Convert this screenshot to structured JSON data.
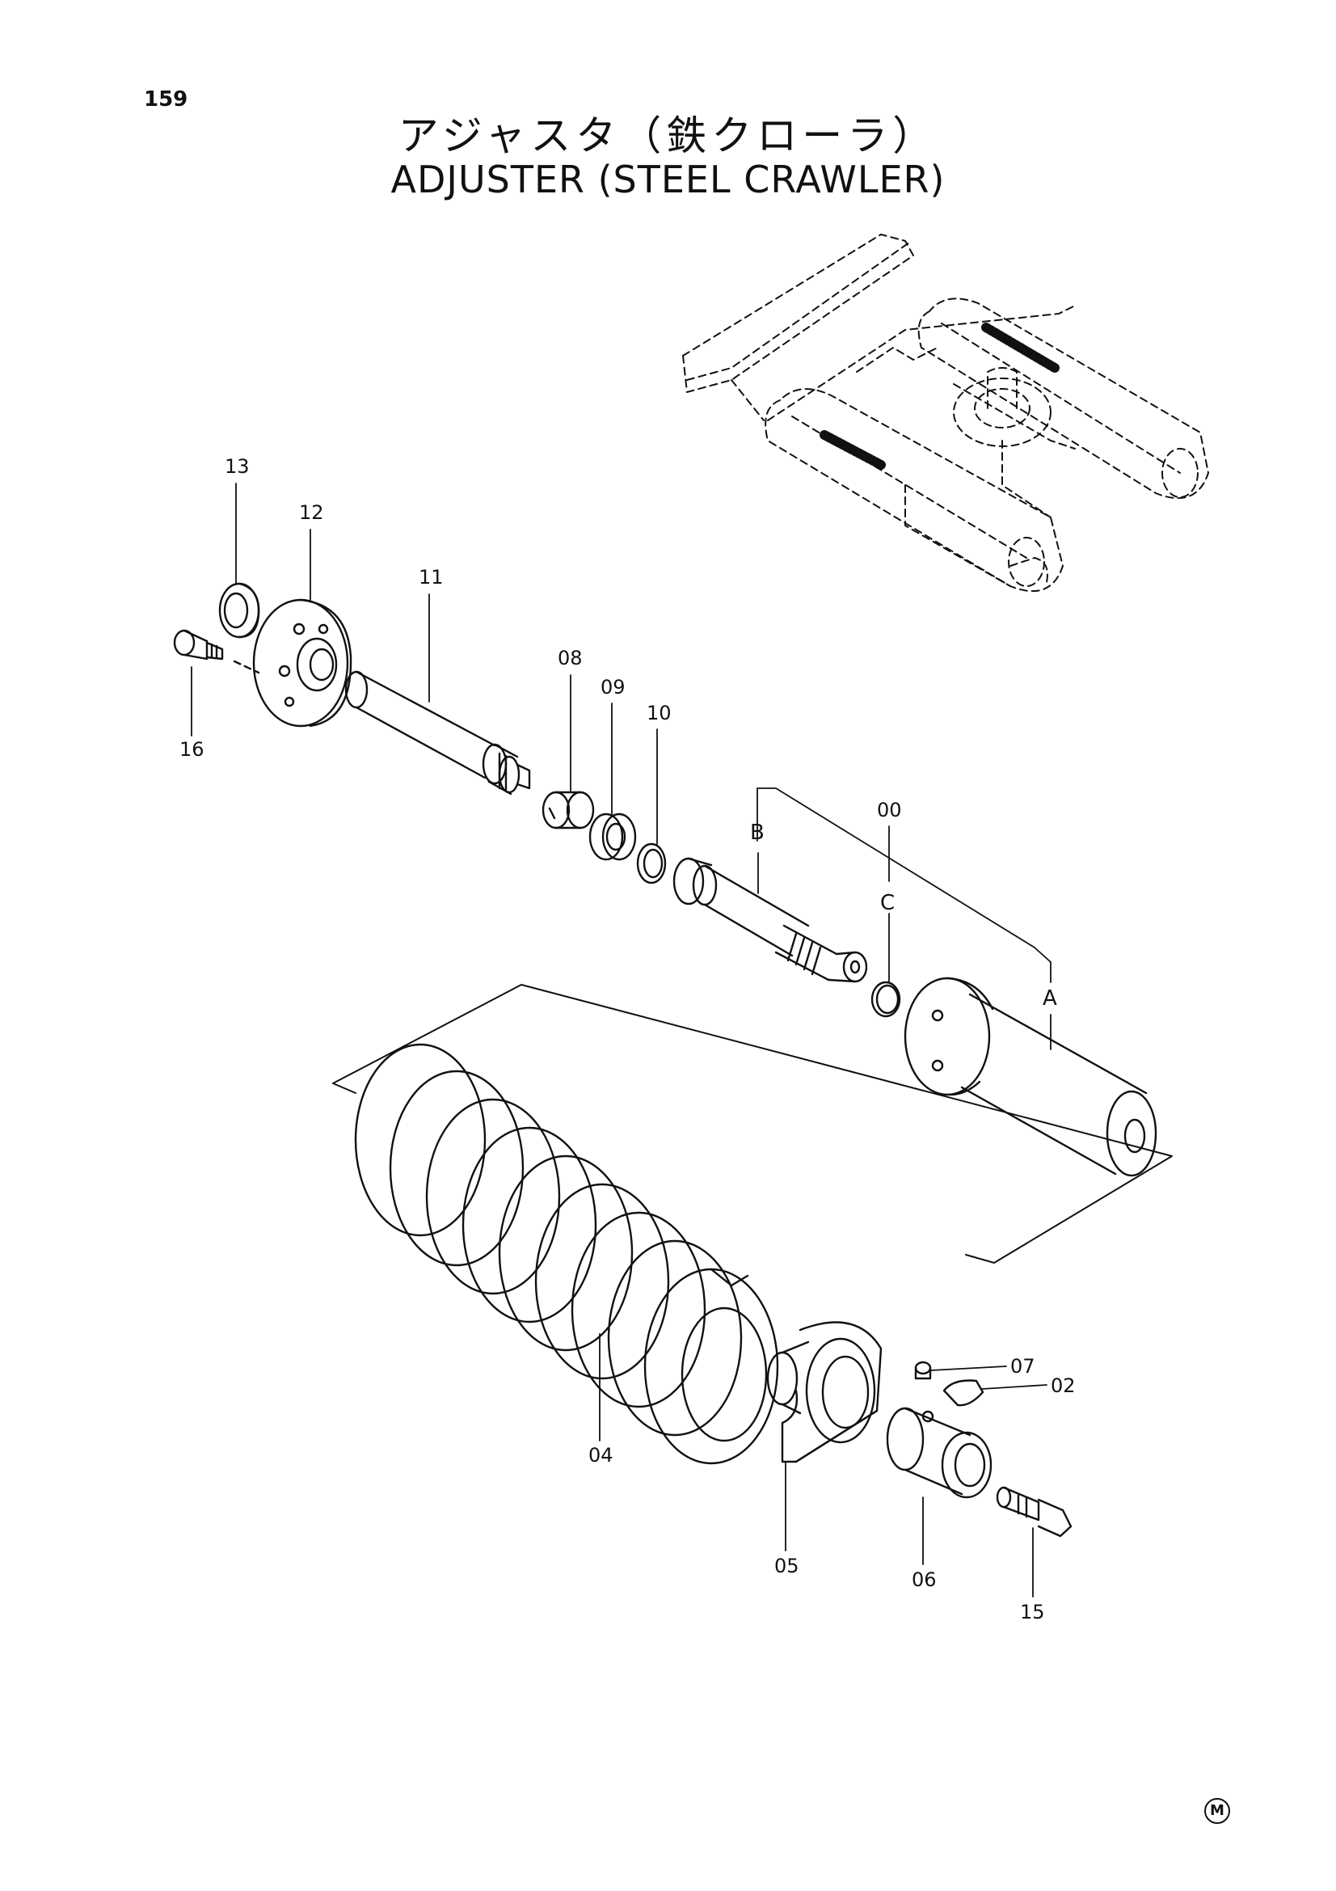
{
  "page": {
    "number": "159",
    "title_jp": "アジャスタ（鉄クローラ）",
    "title_en": "ADJUSTER (STEEL CRAWLER)",
    "mark": "M"
  },
  "callouts": [
    {
      "id": "13",
      "label": "13"
    },
    {
      "id": "12",
      "label": "12"
    },
    {
      "id": "11",
      "label": "11"
    },
    {
      "id": "16",
      "label": "16"
    },
    {
      "id": "08",
      "label": "08"
    },
    {
      "id": "09",
      "label": "09"
    },
    {
      "id": "10",
      "label": "10"
    },
    {
      "id": "00",
      "label": "00"
    },
    {
      "id": "04",
      "label": "04"
    },
    {
      "id": "05",
      "label": "05"
    },
    {
      "id": "06",
      "label": "06"
    },
    {
      "id": "07",
      "label": "07"
    },
    {
      "id": "02",
      "label": "02"
    },
    {
      "id": "15",
      "label": "15"
    }
  ],
  "sub_assemblies": [
    {
      "id": "A",
      "label": "A"
    },
    {
      "id": "B",
      "label": "B"
    },
    {
      "id": "C",
      "label": "C"
    }
  ]
}
